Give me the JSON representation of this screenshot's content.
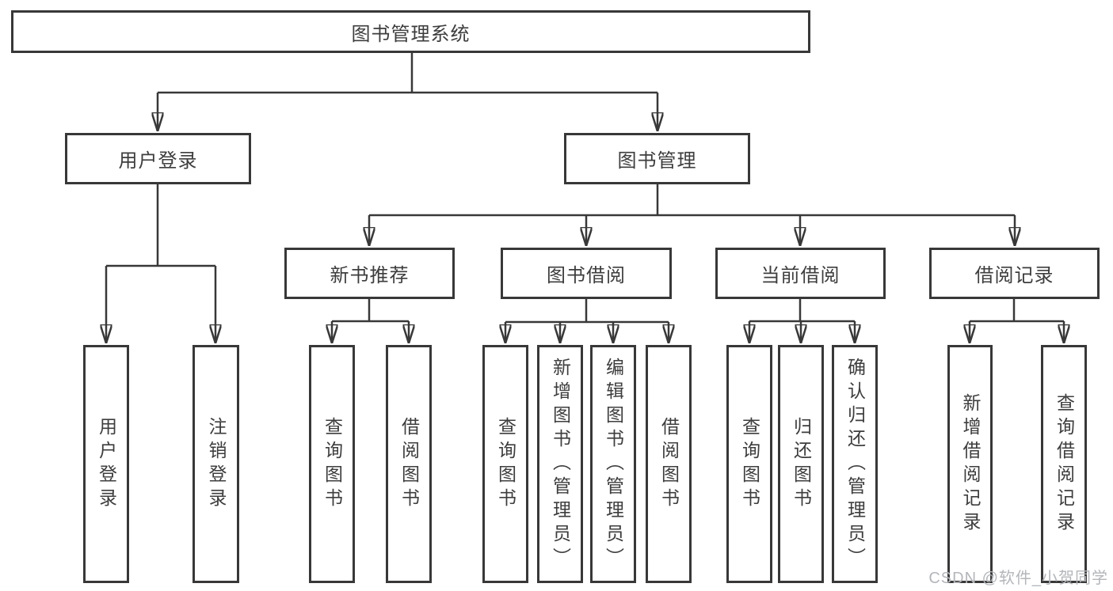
{
  "diagram": {
    "root": "图书管理系统",
    "level2": [
      "用户登录",
      "图书管理"
    ],
    "level3": [
      "新书推荐",
      "图书借阅",
      "当前借阅",
      "借阅记录"
    ],
    "leaves": {
      "user_login": [
        "用户登录",
        "注销登录"
      ],
      "new_books": [
        "查询图书",
        "借阅图书"
      ],
      "book_borrow": [
        "查询图书",
        "新增图书（管理员）",
        "编辑图书（管理员）",
        "借阅图书"
      ],
      "current_borrow": [
        "查询图书",
        "归还图书",
        "确认归还（管理员）"
      ],
      "borrow_records": [
        "新增借阅记录",
        "查询借阅记录"
      ]
    }
  },
  "watermark": "CSDN @软件_小贺同学",
  "colors": {
    "line": "#383838",
    "text": "#3d3d3d",
    "watermark": "#b3b6ba",
    "background": "#ffffff"
  }
}
